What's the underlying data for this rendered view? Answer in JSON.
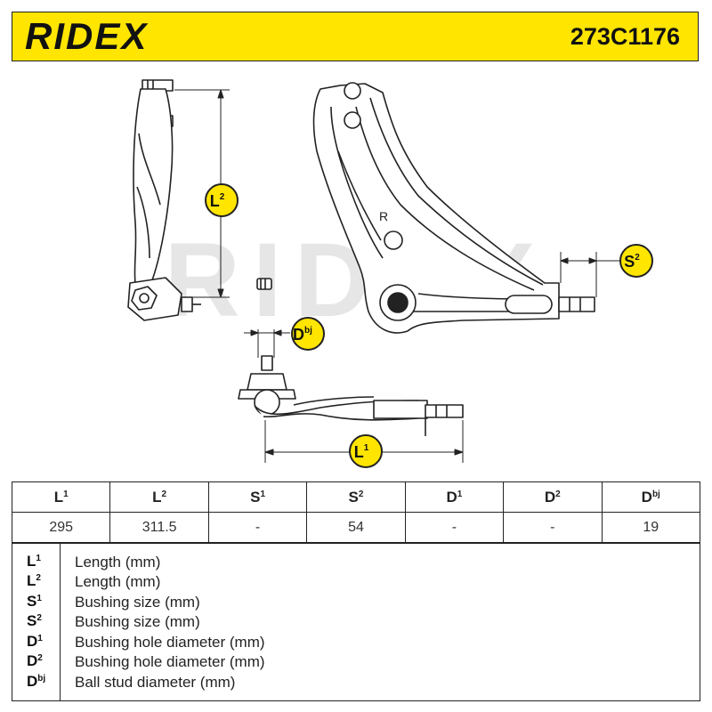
{
  "header": {
    "brand": "RIDEX",
    "part_number": "273C1176",
    "background_color": "#ffe500"
  },
  "drawing": {
    "watermark": "RIDEX",
    "callouts": {
      "l1": {
        "base": "L",
        "sup": "1"
      },
      "l2": {
        "base": "L",
        "sup": "2"
      },
      "s2": {
        "base": "S",
        "sup": "2"
      },
      "dbj": {
        "base": "D",
        "sup": "bj"
      }
    },
    "side_mark": "R",
    "callout_color": "#ffe500"
  },
  "specs": {
    "headers": [
      {
        "base": "L",
        "sup": "1"
      },
      {
        "base": "L",
        "sup": "2"
      },
      {
        "base": "S",
        "sup": "1"
      },
      {
        "base": "S",
        "sup": "2"
      },
      {
        "base": "D",
        "sup": "1"
      },
      {
        "base": "D",
        "sup": "2"
      },
      {
        "base": "D",
        "sup": "bj"
      }
    ],
    "values": [
      "295",
      "311.5",
      "-",
      "54",
      "-",
      "-",
      "19"
    ]
  },
  "legend": [
    {
      "base": "L",
      "sup": "1",
      "desc": "Length (mm)"
    },
    {
      "base": "L",
      "sup": "2",
      "desc": "Length (mm)"
    },
    {
      "base": "S",
      "sup": "1",
      "desc": "Bushing size (mm)"
    },
    {
      "base": "S",
      "sup": "2",
      "desc": "Bushing size (mm)"
    },
    {
      "base": "D",
      "sup": "1",
      "desc": "Bushing hole diameter (mm)"
    },
    {
      "base": "D",
      "sup": "2",
      "desc": "Bushing hole diameter (mm)"
    },
    {
      "base": "D",
      "sup": "bj",
      "desc": "Ball stud diameter (mm)"
    }
  ]
}
